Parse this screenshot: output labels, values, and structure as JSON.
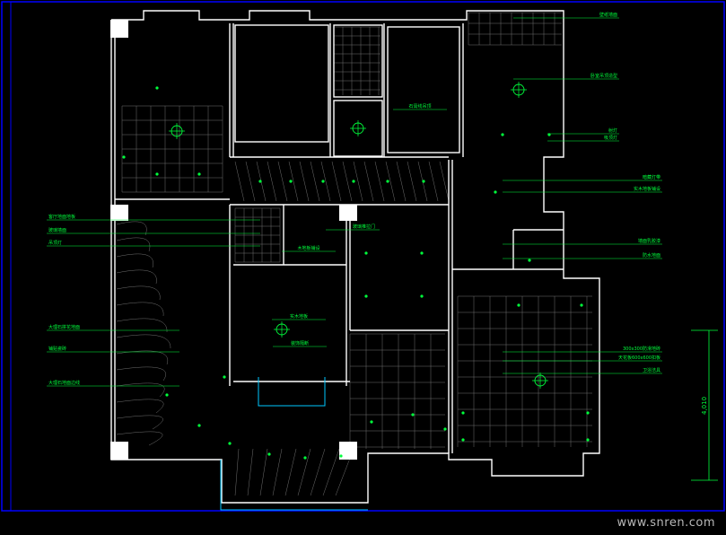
{
  "drawing": {
    "frame_color": "#0000ff",
    "wall_color": "#ffffff",
    "annotation_color": "#00ff3c",
    "glass_color": "#00c8ff",
    "dimension_text": "4,010",
    "watermark": "www.snren.com"
  },
  "annotations": {
    "left": [
      "客厅地面地板",
      "玻璃墙面",
      "吊顶灯",
      "大理石拼花地面",
      "铺贴瓷砖",
      "大理石地面边线"
    ],
    "top_right": [
      "壁纸墙面",
      "卧室吊顶造型",
      "射灯",
      "吸顶灯"
    ],
    "right": [
      "暗藏灯带",
      "实木地板铺设",
      "墙面乳胶漆",
      "防水地面",
      "300x300防滑地砖",
      "天花板600x600扣板",
      "卫浴洁具"
    ],
    "center": [
      "石膏线吊顶",
      "玻璃推拉门",
      "木地板铺设",
      "实木地板",
      "装饰隔断"
    ]
  },
  "icons": [
    "ceiling-light-icon",
    "wall-lamp-icon",
    "spotlight-icon"
  ]
}
